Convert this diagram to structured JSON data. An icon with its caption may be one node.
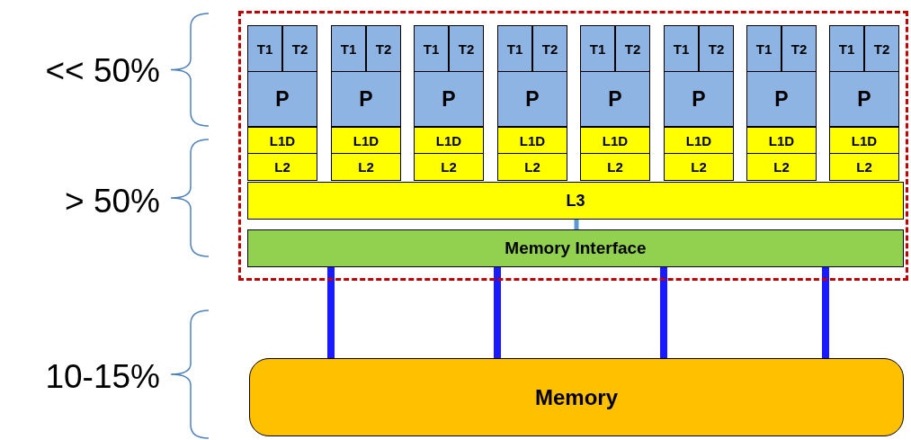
{
  "diagram": {
    "nodes": [
      {
        "text": [],
        "shape": "box"
      },
      {
        "text": [
          "T1"
        ],
        "in": 0
      },
      {
        "text": [
          "T2"
        ],
        "in": 0
      },
      {
        "text": [
          "T1"
        ],
        "in": 0
      },
      {
        "text": [
          "T2"
        ],
        "in": 0
      },
      {
        "text": [
          "T1"
        ],
        "in": 0
      },
      {
        "text": [
          "T2"
        ],
        "in": 0
      },
      {
        "text": [
          "T1"
        ],
        "in": 0
      },
      {
        "text": [
          "T2"
        ],
        "in": 0
      },
      {
        "text": [
          "T1"
        ],
        "in": 0
      },
      {
        "text": [
          "T2"
        ],
        "in": 0
      },
      {
        "text": [
          "T1"
        ],
        "in": 0
      },
      {
        "text": [
          "T2"
        ],
        "in": 0
      },
      {
        "text": [
          "T1"
        ],
        "in": 0
      },
      {
        "text": [
          "T2"
        ],
        "in": 0
      },
      {
        "text": [
          "T1"
        ],
        "in": 0
      },
      {
        "text": [
          "T2"
        ],
        "in": 0
      },
      {
        "text": [
          "P"
        ],
        "in": 0
      },
      {
        "text": [
          "P"
        ],
        "in": 0
      },
      {
        "text": [
          "P"
        ],
        "in": 0
      },
      {
        "text": [
          "P"
        ],
        "in": 0
      },
      {
        "text": [
          "P"
        ],
        "in": 0
      },
      {
        "text": [
          "P"
        ],
        "in": 0
      },
      {
        "text": [
          "P"
        ],
        "in": 0
      },
      {
        "text": [
          "P"
        ],
        "in": 0
      },
      {
        "text": [
          "L1D"
        ],
        "in": 0
      },
      {
        "text": [
          "L1D"
        ],
        "in": 0
      },
      {
        "text": [
          "L1D"
        ],
        "in": 0
      },
      {
        "text": [
          "L1D"
        ],
        "in": 0
      },
      {
        "text": [
          "L1D"
        ],
        "in": 0
      },
      {
        "text": [
          "L1D"
        ],
        "in": 0
      },
      {
        "text": [
          "L1D"
        ],
        "in": 0
      },
      {
        "text": [
          "L1D"
        ],
        "in": 0
      },
      {
        "text": [
          "L2"
        ],
        "in": 0
      },
      {
        "text": [
          "L2"
        ],
        "in": 0
      },
      {
        "text": [
          "L2"
        ],
        "in": 0
      },
      {
        "text": [
          "L2"
        ],
        "in": 0
      },
      {
        "text": [
          "L2"
        ],
        "in": 0
      },
      {
        "text": [
          "L2"
        ],
        "in": 0
      },
      {
        "text": [
          "L2"
        ],
        "in": 0
      },
      {
        "text": [
          "L2"
        ],
        "in": 0
      },
      {
        "text": [
          "L3"
        ],
        "in": 0
      },
      {
        "text": [
          "Memory Interface"
        ],
        "in": 0
      },
      {
        "text": [
          "Memory"
        ]
      }
    ],
    "edges": [
      {
        "from": 41,
        "to": 42,
        "arrow": "none",
        "color": "#5b9bd5"
      },
      {
        "from": 42,
        "to": 43,
        "arrow": "none"
      },
      {
        "from": 42,
        "to": 43,
        "arrow": "none"
      },
      {
        "from": 42,
        "to": 43,
        "arrow": "none"
      },
      {
        "from": 42,
        "to": 43,
        "arrow": "none"
      }
    ],
    "labels": [
      "<< 50%",
      "> 50%",
      "10-15%"
    ]
  }
}
